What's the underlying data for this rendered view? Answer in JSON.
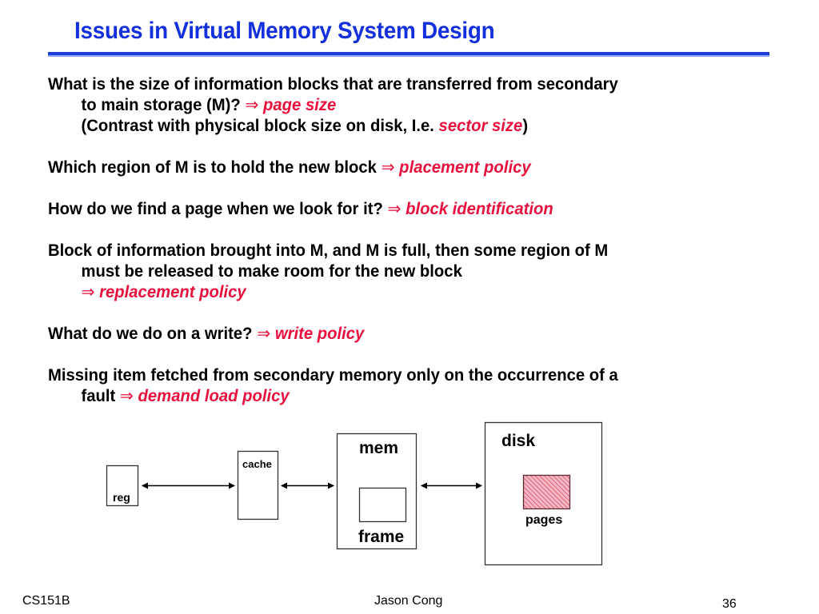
{
  "slide": {
    "title": "Issues in Virtual Memory System Design",
    "accent_color": "#1430dc",
    "keyword_color": "#e8103c"
  },
  "bullets": [
    {
      "lines": [
        {
          "text": "What is the size of information blocks that are transferred from secondary",
          "keyword": ""
        },
        {
          "text": "to main storage (M)? ",
          "arrow": "⇒",
          "keyword": " page size"
        },
        {
          "text": "(Contrast with physical block size on disk, I.e. ",
          "keyword": "sector size",
          "suffix": ")"
        }
      ]
    },
    {
      "lines": [
        {
          "text": "Which region of M is to hold the new block ",
          "arrow": "⇒",
          "keyword": " placement policy"
        }
      ]
    },
    {
      "lines": [
        {
          "text": "How do we find a page when we look for it? ",
          "arrow": "⇒",
          "keyword": " block identification"
        }
      ]
    },
    {
      "lines": [
        {
          "text": "Block of information brought into M, and M is full, then some region of M"
        },
        {
          "text": "must be released to make room for the new block"
        },
        {
          "arrow": "⇒",
          "keyword": " replacement policy"
        }
      ]
    },
    {
      "lines": [
        {
          "text": "What do we do on a write? ",
          "arrow": "⇒",
          "keyword": " write policy"
        }
      ]
    },
    {
      "lines": [
        {
          "text": "Missing item fetched from secondary memory only on the occurrence of a"
        },
        {
          "text": "fault ",
          "arrow": "⇒",
          "keyword": " demand load policy"
        }
      ]
    }
  ],
  "diagram": {
    "reg_label": "reg",
    "cache_label": "cache",
    "mem_label": "mem",
    "frame_label": "frame",
    "disk_label": "disk",
    "pages_label": "pages",
    "pages_fill_color": "#f4b8c4",
    "pages_hatch_color": "#d0304c"
  },
  "footer": {
    "course": "CS151B",
    "author": "Jason Cong",
    "page_number": "36"
  }
}
